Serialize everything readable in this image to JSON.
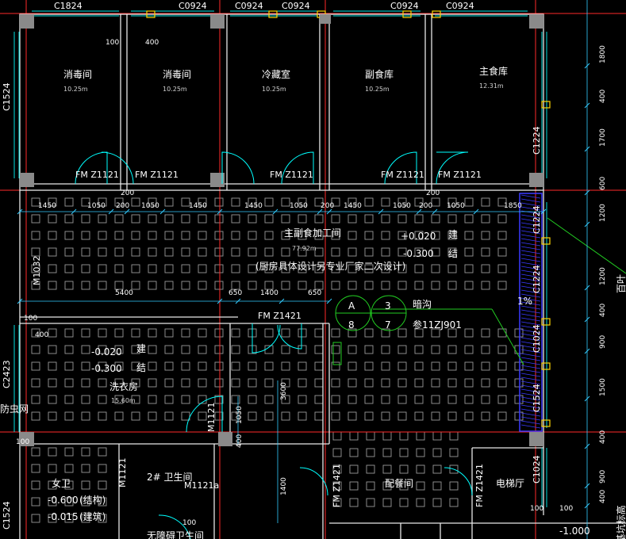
{
  "colors": {
    "background": "#000000",
    "wall": "#e8e8e8",
    "window": "#00e0e0",
    "axis": "#ff2a2a",
    "dimension": "#33ccff",
    "door_arc": "#00ffff",
    "hatch": "#3a3aff",
    "accent_green": "#22cc22",
    "column": "#9a9a9a",
    "marker": "#ffd400"
  },
  "window_labels_top": [
    "C1824",
    "C0924",
    "C0924",
    "C0924",
    "C0924",
    "C0924"
  ],
  "window_labels_left": [
    "C1524",
    "C2423",
    "C1524"
  ],
  "window_labels_right": [
    "C1224",
    "C1224",
    "C1224",
    "C1024",
    "C1524",
    "C1024"
  ],
  "rooms": {
    "r1": {
      "name": "消毒间",
      "area": "10.25m"
    },
    "r2": {
      "name": "消毒间",
      "area": "10.25m"
    },
    "r3": {
      "name": "冷藏室",
      "area": "10.25m"
    },
    "r4": {
      "name": "副食库",
      "area": "10.25m"
    },
    "r5": {
      "name": "主食库",
      "area": "12.31m"
    },
    "main": {
      "name": "主副食加工间",
      "area": "77.92m",
      "note": "(厨房具体设计另专业厂家二次设计)"
    },
    "laundry": {
      "name": "洗衣房",
      "area": "15.60m"
    },
    "toilet2": "2# 卫生间",
    "toilet_f": "女卫",
    "kitchen": "配餐间",
    "elev": "电梯厅",
    "insect": "防虫网",
    "toilet_bottom": "无障碍卫生间"
  },
  "doors": {
    "d1": "FM Z1121",
    "d2": "FM Z1121",
    "d3": "FM Z1121",
    "d4": "FM Z1121",
    "d5": "FM Z1121",
    "d6": "FM Z1421",
    "d7": "FM Z1421",
    "d8": "FM Z1421",
    "m1": "M1032",
    "m2": "M1121",
    "m3": "M1121",
    "m4": "M1121a"
  },
  "levels": {
    "l1": "+0.020",
    "l2": "-0.300",
    "l3": "-0.020",
    "l4": "-0.300",
    "l5": "-0.600",
    "l6": "-0.015",
    "l7": "-1.000",
    "struct": "建",
    "struct2": "结",
    "note1": "(结构)",
    "note2": "(建筑)"
  },
  "trench": {
    "label": "暗沟",
    "ref": "参11ZJ901",
    "slope": "1%"
  },
  "detail": {
    "a": "A",
    "b": "8",
    "c": "3",
    "d": "7"
  },
  "dims_top_row": [
    "1450",
    "1050",
    "200",
    "1050",
    "1450",
    "1450",
    "1050",
    "200",
    "1450",
    "1050",
    "200",
    "1050",
    "1850"
  ],
  "dims_mid_row": [
    "5400",
    "650",
    "1400",
    "650"
  ],
  "dims_misc": {
    "a": "200",
    "b": "200",
    "c": "100",
    "d": "400",
    "e": "100",
    "f": "400",
    "g": "100",
    "h": "100",
    "i": "1050",
    "j": "400",
    "k": "3600",
    "l": "1400",
    "m": "100",
    "n": "100"
  },
  "dims_right": [
    "1800",
    "400",
    "1700",
    "600",
    "1200",
    "1200",
    "400",
    "900",
    "1500",
    "400",
    "900",
    "400"
  ],
  "right_cut_texts": {
    "a": "百叶",
    "b": "(基坑标高"
  }
}
